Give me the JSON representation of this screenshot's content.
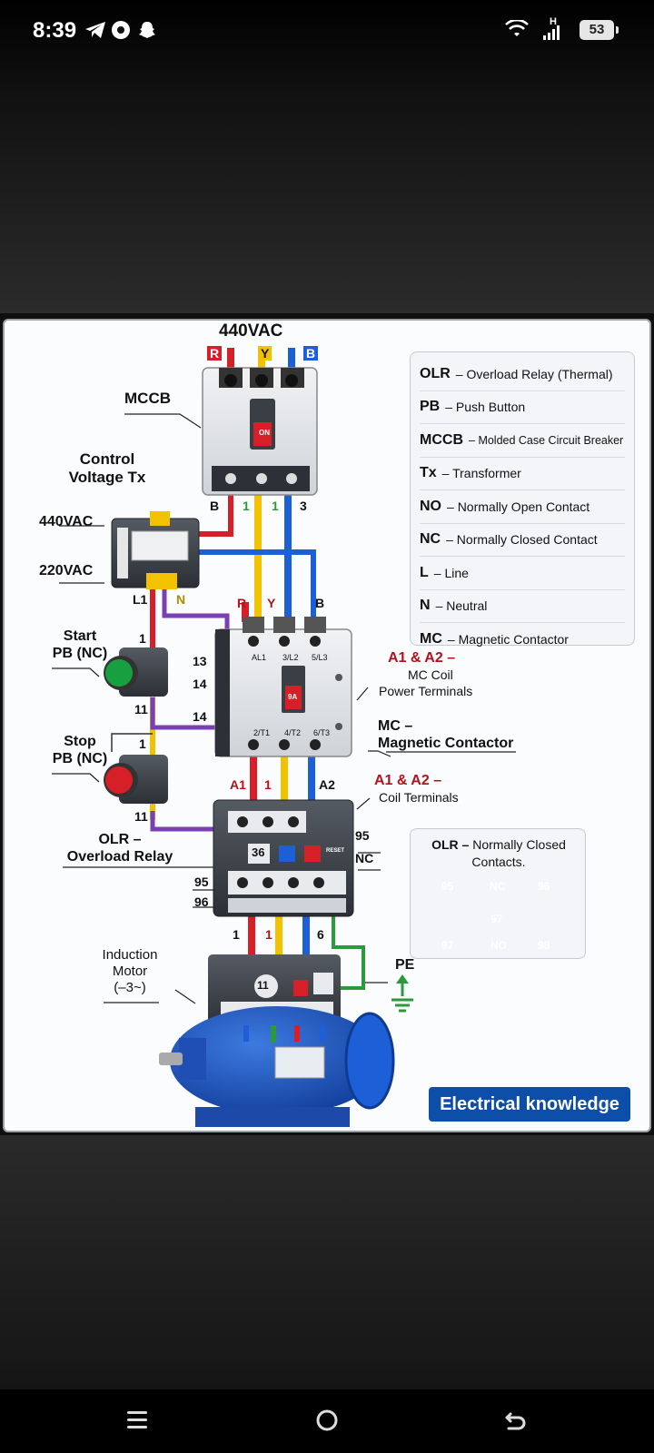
{
  "status_bar": {
    "time": "8:39",
    "battery": "53",
    "network_type": "H"
  },
  "diagram": {
    "supply": "440VAC",
    "phases": [
      "R",
      "Y",
      "B"
    ],
    "mccb_label": "MCCB",
    "mccb_on": "ON",
    "mccb_bottom": [
      "B",
      "1",
      "1",
      "3"
    ],
    "tx_label": "Control\nVoltage Tx",
    "tx_primary": "440VAC",
    "tx_secondary": "220VAC",
    "tx_terminals": [
      "L1",
      "N"
    ],
    "contactor_phases": [
      "R",
      "Y",
      "B"
    ],
    "contactor_top_terminals": [
      "AL1",
      "3/L2",
      "5/L3"
    ],
    "contactor_bottom_terminals": [
      "2/T1",
      "4/T2",
      "6/T3"
    ],
    "contactor_rating": "9A",
    "start_pb": "Start\nPB (NC)",
    "stop_pb": "Stop\nPB (NC)",
    "pb_numbers": {
      "start_top": "1",
      "start_bottom": "11",
      "stop_top": "1",
      "stop_bottom": "11"
    },
    "mc_aux": [
      "13",
      "14",
      "14"
    ],
    "a1a2_mc_coil": {
      "title": "A1 & A2 –",
      "line1": "MC Coil",
      "line2": "Power Terminals"
    },
    "mc_label": "MC –\nMagnetic Contactor",
    "coil_terminals": {
      "title": "A1 & A2 –",
      "sub": "Coil Terminals"
    },
    "olr_top_marks": [
      "A1",
      "1",
      "A2"
    ],
    "olr_label": "OLR –\nOverload Relay",
    "olr_setting": "36",
    "olr_reset": "RESET",
    "olr_numbers": {
      "left_95": "95",
      "left_96": "96",
      "right_95": "95",
      "right_nc": "NC"
    },
    "olr_box": {
      "title_key": "OLR –",
      "title_desc": "Normally Closed Contacts.",
      "top": [
        "95",
        "NC",
        "96"
      ],
      "bottom": [
        "97",
        "NO",
        "98"
      ],
      "mid": "97"
    },
    "motor_marks": [
      "1",
      "1",
      "6"
    ],
    "motor_label": "Induction\nMotor\n(–3~)",
    "motor_dial": "11",
    "pe_label": "PE",
    "brand": "Electrical knowledge"
  },
  "legend": [
    {
      "key": "OLR",
      "desc": "Overload Relay (Thermal)"
    },
    {
      "key": "PB",
      "desc": "Push Button"
    },
    {
      "key": "MCCB",
      "desc": "Molded Case Circuit Breaker"
    },
    {
      "key": "Tx",
      "desc": "Transformer"
    },
    {
      "key": "NO",
      "desc": "Normally Open Contact"
    },
    {
      "key": "NC",
      "desc": "Normally Closed Contact"
    },
    {
      "key": "L",
      "desc": "Line"
    },
    {
      "key": "N",
      "desc": "Neutral"
    },
    {
      "key": "MC",
      "desc": "Magnetic Contactor"
    }
  ],
  "colors": {
    "red": "#d61f26",
    "yellow": "#f2c200",
    "blue": "#1d5fd6",
    "purple": "#7b3fb5",
    "green": "#2a9a3a",
    "brand_blue": "#0d4fa8"
  },
  "navigation": {
    "recent": "recent-apps-icon",
    "home": "home-icon",
    "back": "back-icon"
  }
}
